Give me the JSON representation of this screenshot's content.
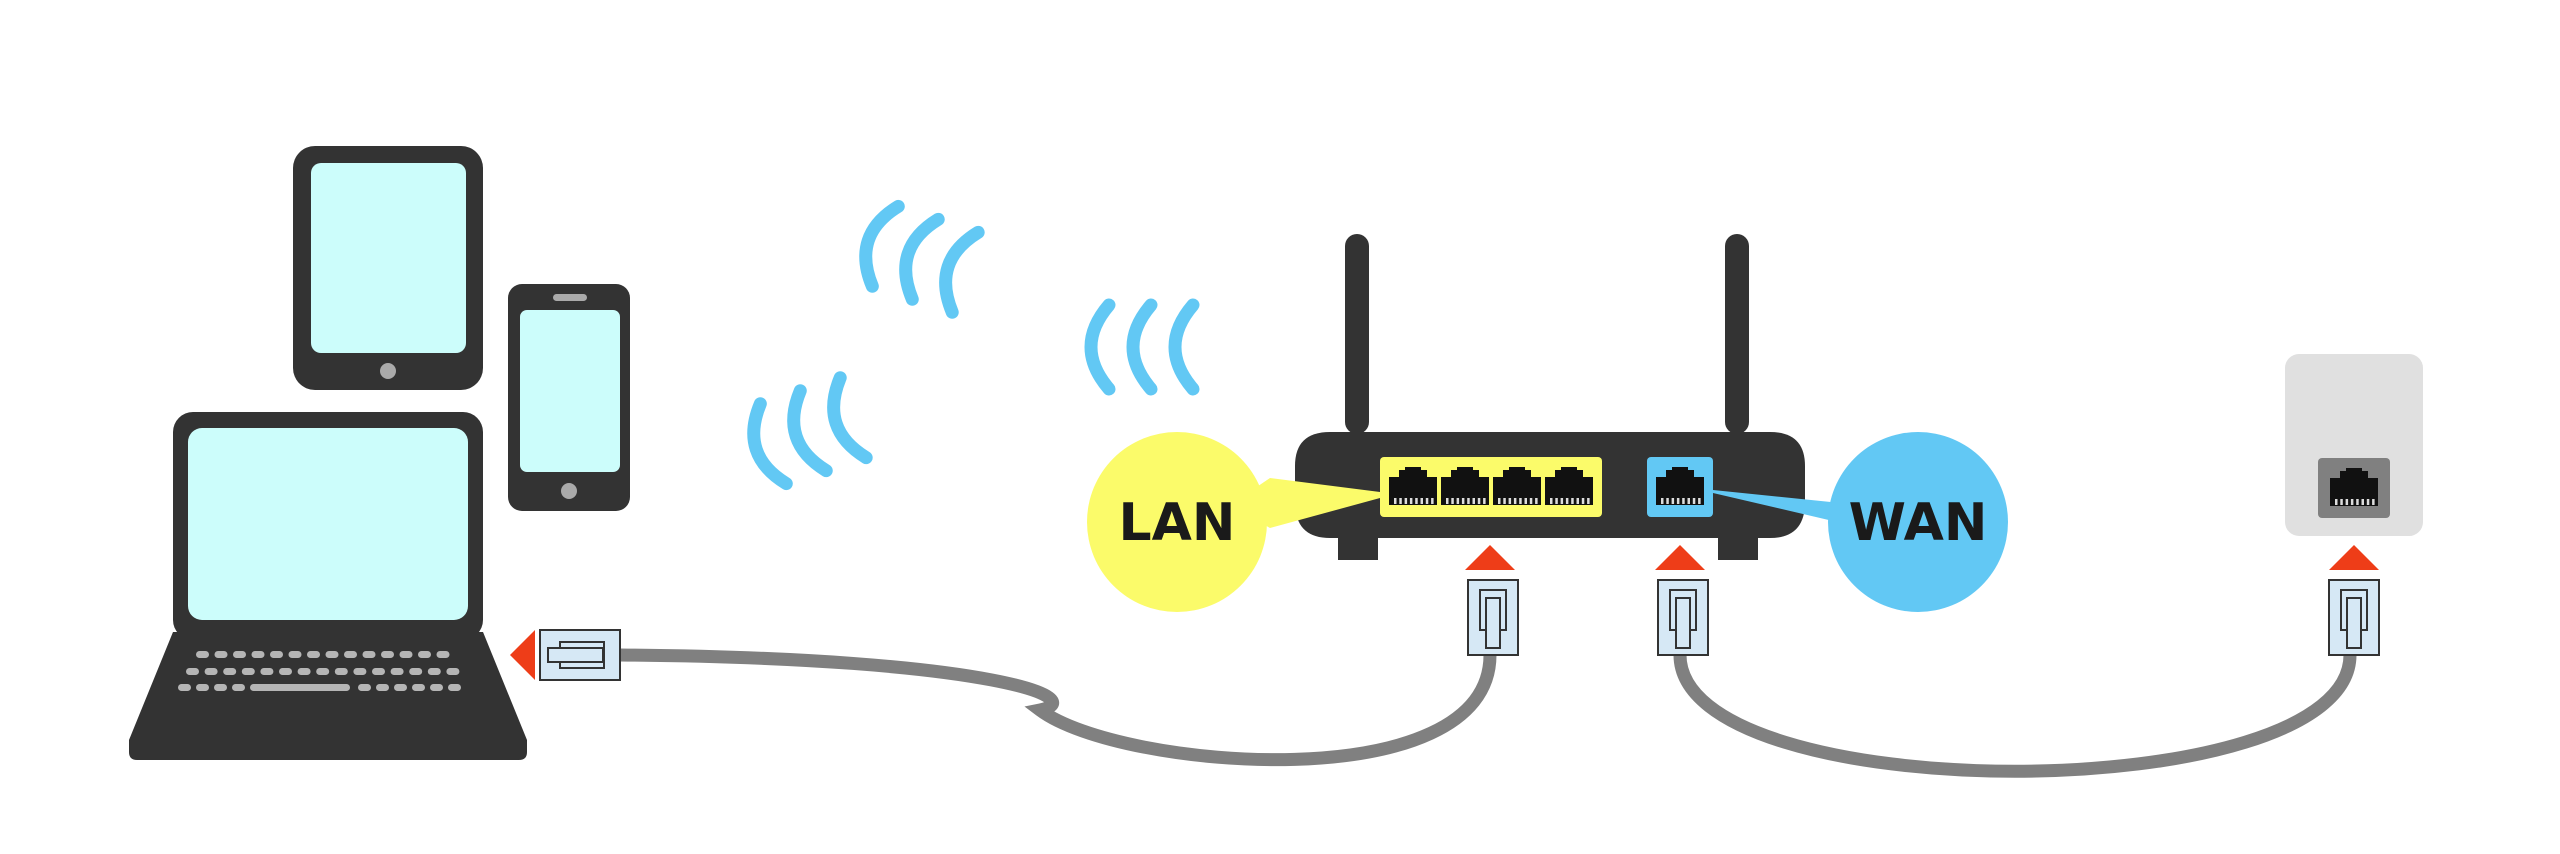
{
  "labels": {
    "lan": "LAN",
    "wan": "WAN"
  },
  "colors": {
    "device_body": "#333333",
    "screen": "#ccfdfb",
    "wifi": "#62c8f4",
    "lan_badge": "#fbfb6a",
    "wan_badge": "#62c8f4",
    "lan_port_panel": "#fbfb6a",
    "wan_port_panel": "#62c8f4",
    "cable": "#808080",
    "connector": "#d6e8f5",
    "arrow": "#ee3d18",
    "wall_outlet": "#e0e0e0"
  },
  "icons": {
    "tablet": "tablet-icon",
    "phone": "smartphone-icon",
    "laptop": "laptop-icon",
    "router": "router-icon",
    "wall_jack": "wall-ethernet-jack-icon",
    "wifi": "wifi-signal-icon",
    "plug": "ethernet-plug-icon",
    "arrow": "arrow-icon"
  },
  "router": {
    "lan_port_count": 4,
    "wan_port_count": 1
  }
}
